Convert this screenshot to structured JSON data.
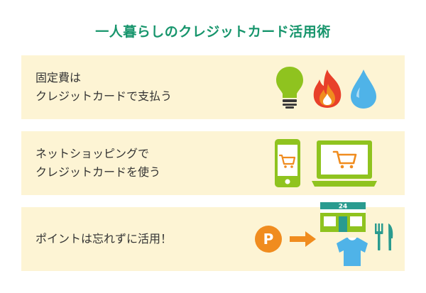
{
  "title": "一人暮らしのクレジットカード活用術",
  "colors": {
    "accent": "#17956c",
    "card_bg": "#fdf4d4",
    "icon_green": "#8fc31f",
    "icon_orange": "#f08c1f",
    "icon_red": "#e8402a",
    "icon_blue": "#4fb3e8",
    "icon_teal": "#2a9b8f"
  },
  "cards": [
    {
      "lines": [
        "固定費は",
        "クレジットカードで支払う"
      ],
      "icons": [
        "light-bulb-icon",
        "fire-icon",
        "water-drop-icon"
      ]
    },
    {
      "lines": [
        "ネットショッピングで",
        "クレジットカードを使う"
      ],
      "icons": [
        "smartphone-cart-icon",
        "laptop-cart-icon"
      ]
    },
    {
      "lines": [
        "ポイントは忘れずに活用！"
      ],
      "icons": [
        "point-icon",
        "arrow-right-icon",
        "convenience-store-icon",
        "clothing-icon",
        "fork-knife-icon"
      ],
      "point_letter": "P",
      "store_sign": "24"
    }
  ]
}
